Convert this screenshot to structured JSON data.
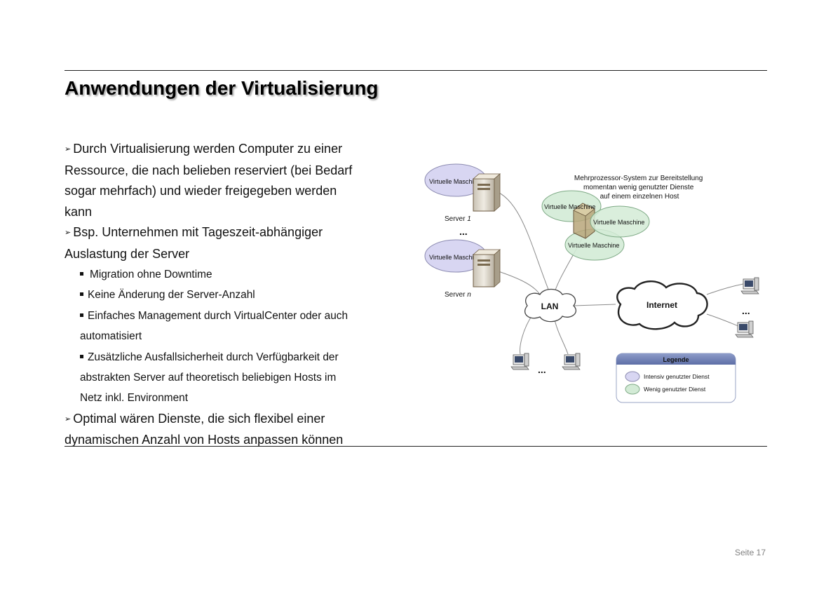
{
  "slide": {
    "title": "Anwendungen der Virtualisierung",
    "footer": "Seite 17"
  },
  "bullets": {
    "b1": {
      "arrow": "➢",
      "lines": [
        "Durch Virtualisierung werden Computer zu einer",
        "Ressource, die nach belieben reserviert (bei Bedarf",
        "sogar mehrfach) und wieder freigegeben werden",
        "kann"
      ]
    },
    "b2": {
      "arrow": "➢",
      "lines": [
        "Bsp. Unternehmen mit Tageszeit-abhängiger",
        "Auslastung der Server"
      ]
    },
    "sub": [
      {
        "lines": [
          "Migration ohne Downtime"
        ]
      },
      {
        "lines": [
          "Keine Änderung der Server-Anzahl"
        ]
      },
      {
        "lines": [
          "Einfaches Management durch VirtualCenter oder auch",
          "automatisiert"
        ]
      },
      {
        "lines": [
          "Zusätzliche Ausfallsicherheit durch Verfügbarkeit der",
          "abstrakten Server auf theoretisch beliebigen Hosts im",
          "Netz inkl. Environment"
        ]
      }
    ],
    "b3": {
      "arrow": "➢",
      "lines": [
        "Optimal wären Dienste, die sich flexibel einer",
        "dynamischen Anzahl von Hosts anpassen können"
      ]
    }
  },
  "diagram": {
    "vm_label": "Virtuelle Maschine",
    "server1": "Server",
    "server1_num": "1",
    "servern": "Server",
    "servern_num": "n",
    "ellipsis": "...",
    "lan": "LAN",
    "internet": "Internet",
    "multi_caption": [
      "Mehrprozessor-System zur Bereitstellung",
      "momentan wenig genutzter Dienste",
      "auf einem einzelnen Host"
    ],
    "legend_title": "Legende",
    "legend_intensive": "Intensiv genutzter Dienst",
    "legend_low": "Wenig genutzter Dienst",
    "colors": {
      "intensive": "#d8d6f2",
      "low": "#d3ebd6",
      "legend_header": "#6f7fb4",
      "server": "#e2ddd2",
      "server_dark": "#7a5c3c"
    }
  }
}
